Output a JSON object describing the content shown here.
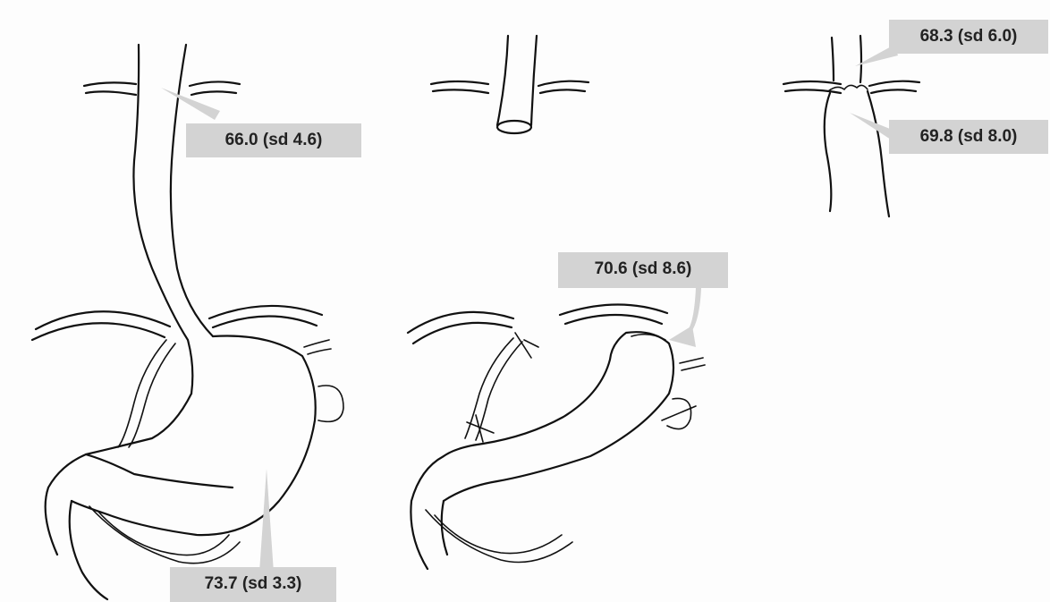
{
  "labels": {
    "native_distal_esophagus": "66.0 (sd 4.6)",
    "native_stomach": "73.7 (sd 3.3)",
    "gastric_tube_fundus": "70.6 (sd 8.6)",
    "anastomosis_esophagus_side": "68.3 (sd 6.0)",
    "anastomosis_gastric_side": "69.8 (sd 8.0)"
  },
  "colors": {
    "callout_fill": "#d3d3d3",
    "line": "#111111",
    "label_text": "#222222"
  }
}
